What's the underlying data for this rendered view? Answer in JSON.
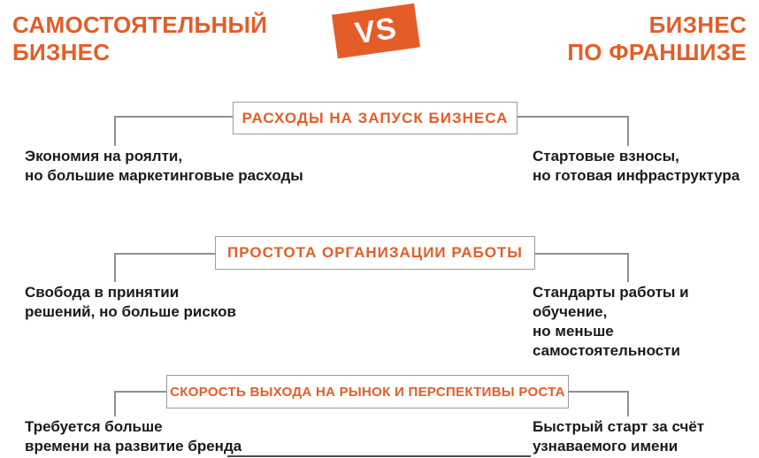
{
  "header": {
    "left_title": "САМОСТОЯТЕЛЬНЫЙ\nБИЗНЕС",
    "vs_label": "VS",
    "right_title": "БИЗНЕС\nПО ФРАНШИЗЕ"
  },
  "colors": {
    "accent_orange": "#e45d28",
    "connector_gray": "#8f8f8f",
    "box_border_gray": "#9c9c9c",
    "text_black": "#1a1a1a"
  },
  "sections": [
    {
      "title": "РАСХОДЫ НА ЗАПУСК БИЗНЕСА",
      "left_point": "Экономия на роялти,\nно большие маркетинговые расходы",
      "right_point": "Стартовые взносы,\nно готовая инфраструктура"
    },
    {
      "title": "ПРОСТОТА ОРГАНИЗАЦИИ РАБОТЫ",
      "left_point": "Свобода в принятии\nрешений, но больше рисков",
      "right_point": "Стандарты работы и обучение,\nно меньше самостоятельности"
    },
    {
      "title": "СКОРОСТЬ ВЫХОДА НА РЫНОК И ПЕРСПЕКТИВЫ РОСТА",
      "left_point": "Требуется больше\nвремени на развитие бренда",
      "right_point": "Быстрый старт за счёт\nузнаваемого имени"
    }
  ]
}
